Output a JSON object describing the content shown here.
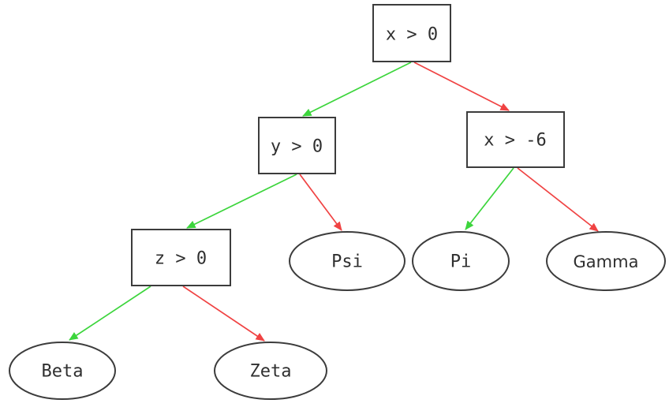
{
  "diagram": {
    "colors": {
      "true_edge": "#3cd53c",
      "false_edge": "#f04343",
      "node_border": "#3c3c3c",
      "node_text": "#2f2f2f",
      "background": "#ffffff"
    },
    "nodes": {
      "root": {
        "label": "x > 0",
        "shape": "decision-box"
      },
      "y_gt_0": {
        "label": "y > 0",
        "shape": "decision-box"
      },
      "x_gt_neg6": {
        "label": "x > -6",
        "shape": "decision-box"
      },
      "z_gt_0": {
        "label": "z > 0",
        "shape": "decision-box"
      },
      "psi": {
        "label": "Psi",
        "shape": "leaf-ellipse"
      },
      "pi": {
        "label": "Pi",
        "shape": "leaf-ellipse"
      },
      "gamma": {
        "label": "Gamma",
        "shape": "leaf-ellipse"
      },
      "beta": {
        "label": "Beta",
        "shape": "leaf-ellipse"
      },
      "zeta": {
        "label": "Zeta",
        "shape": "leaf-ellipse"
      }
    },
    "edges": [
      {
        "from": "x > 0",
        "to": "y > 0",
        "branch": "true",
        "color": "#3cd53c"
      },
      {
        "from": "x > 0",
        "to": "x > -6",
        "branch": "false",
        "color": "#f04343"
      },
      {
        "from": "y > 0",
        "to": "z > 0",
        "branch": "true",
        "color": "#3cd53c"
      },
      {
        "from": "y > 0",
        "to": "Psi",
        "branch": "false",
        "color": "#f04343"
      },
      {
        "from": "x > -6",
        "to": "Pi",
        "branch": "true",
        "color": "#3cd53c"
      },
      {
        "from": "x > -6",
        "to": "Gamma",
        "branch": "false",
        "color": "#f04343"
      },
      {
        "from": "z > 0",
        "to": "Beta",
        "branch": "true",
        "color": "#3cd53c"
      },
      {
        "from": "z > 0",
        "to": "Zeta",
        "branch": "false",
        "color": "#f04343"
      }
    ]
  }
}
